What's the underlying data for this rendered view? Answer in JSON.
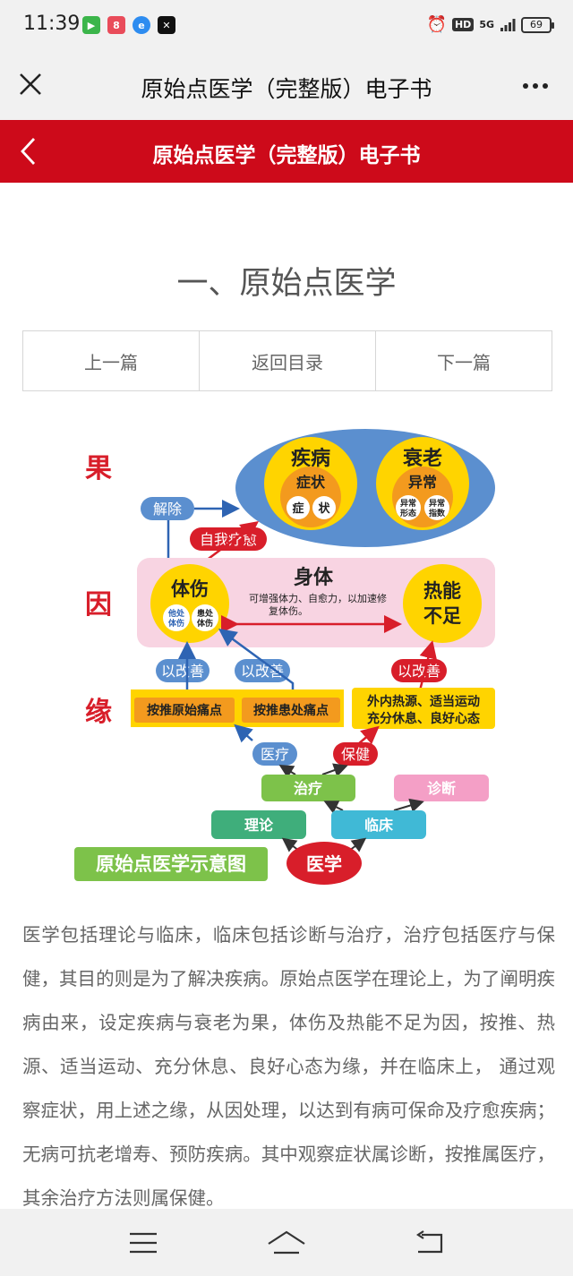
{
  "status": {
    "time": "11:39",
    "network": "5G",
    "hd": "HD",
    "battery": "69"
  },
  "title_bar": {
    "title": "原始点医学（完整版）电子书"
  },
  "header": {
    "title": "原始点医学（完整版）电子书"
  },
  "article": {
    "title": "一、原始点医学",
    "nav": {
      "prev": "上一篇",
      "toc": "返回目录",
      "next": "下一篇"
    },
    "body": "医学包括理论与临床，临床包括诊断与治疗，治疗包括医疗与保健，其目的则是为了解决疾病。原始点医学在理论上，为了阐明疾病由来，设定疾病与衰老为果，体伤及热能不足为因，按推、热源、适当运动、充分休息、良好心态为缘，并在临床上， 通过观察症状，用上述之缘，从因处理，以达到有病可保命及疗愈疾病；无病可抗老增寿、预防疾病。其中观察症状属诊断，按推属医疗，其余治疗方法则属保健。"
  },
  "diagram": {
    "side_labels": {
      "guo": "果",
      "yin": "因",
      "yuan": "缘"
    },
    "disease": "疾病",
    "symptom": "症状",
    "zheng": "症",
    "zhuang": "状",
    "aging": "衰老",
    "abnormal": "异常",
    "abn_form": "异常形态",
    "abn_index": "异常指数",
    "remove": "解除",
    "self_heal": "自我疗愈",
    "body": "身体",
    "body_desc": "可增强体力、自愈力，以加速修复体伤。",
    "injury": "体伤",
    "other_injury": "他处体伤",
    "sick_injury": "患处体伤",
    "heat": "热能",
    "shortage": "不足",
    "improve": "以改善",
    "press_origin": "按推原始痛点",
    "press_sick": "按推患处痛点",
    "care_methods": "外内热源、适当运动充分休息、良好心态",
    "medical_care": "医疗",
    "health_care": "保健",
    "treatment": "治疗",
    "diagnosis": "诊断",
    "theory": "理论",
    "clinical": "临床",
    "medicine": "医学",
    "caption": "原始点医学示意图"
  },
  "colors": {
    "brand_red": "#cd0a1a",
    "blue": "#5b8fcf",
    "yellow": "#ffd400",
    "orange": "#f39a1e",
    "pink": "#f8d4e2",
    "green": "#7dc24a",
    "teal": "#40b9d6"
  }
}
